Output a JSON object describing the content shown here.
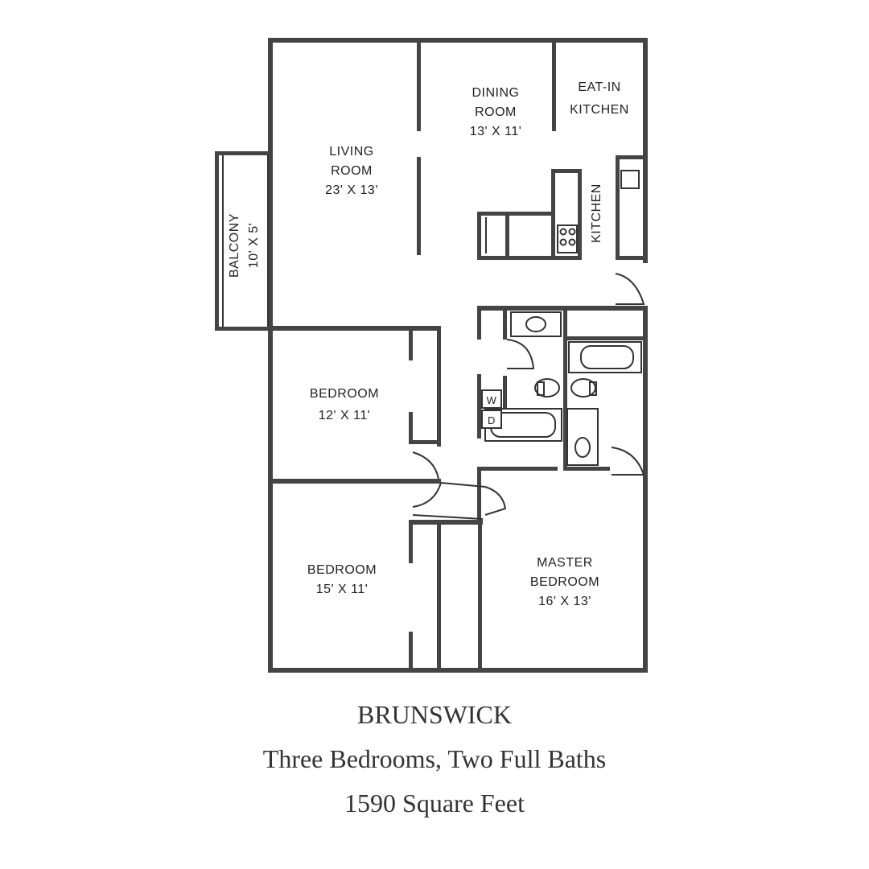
{
  "rooms": {
    "living": {
      "line1": "LIVING",
      "line2": "ROOM",
      "dims": "23' X 13'"
    },
    "dining": {
      "line1": "DINING",
      "line2": "ROOM",
      "dims": "13' X 11'"
    },
    "eatin": {
      "line1": "EAT-IN",
      "line2": "KITCHEN"
    },
    "kitchen": {
      "name": "KITCHEN"
    },
    "balcony": {
      "name": "BALCONY",
      "dims": "10' X 5'"
    },
    "bedroom1": {
      "name": "BEDROOM",
      "dims": "12' X 11'"
    },
    "bedroom2": {
      "name": "BEDROOM",
      "dims": "15' X 11'"
    },
    "master": {
      "line1": "MASTER",
      "line2": "BEDROOM",
      "dims": "16' X 13'"
    },
    "washer": "W",
    "dryer": "D"
  },
  "caption": {
    "name": "BRUNSWICK",
    "subtitle": "Three Bedrooms, Two Full Baths",
    "area": "1590 Square Feet"
  }
}
